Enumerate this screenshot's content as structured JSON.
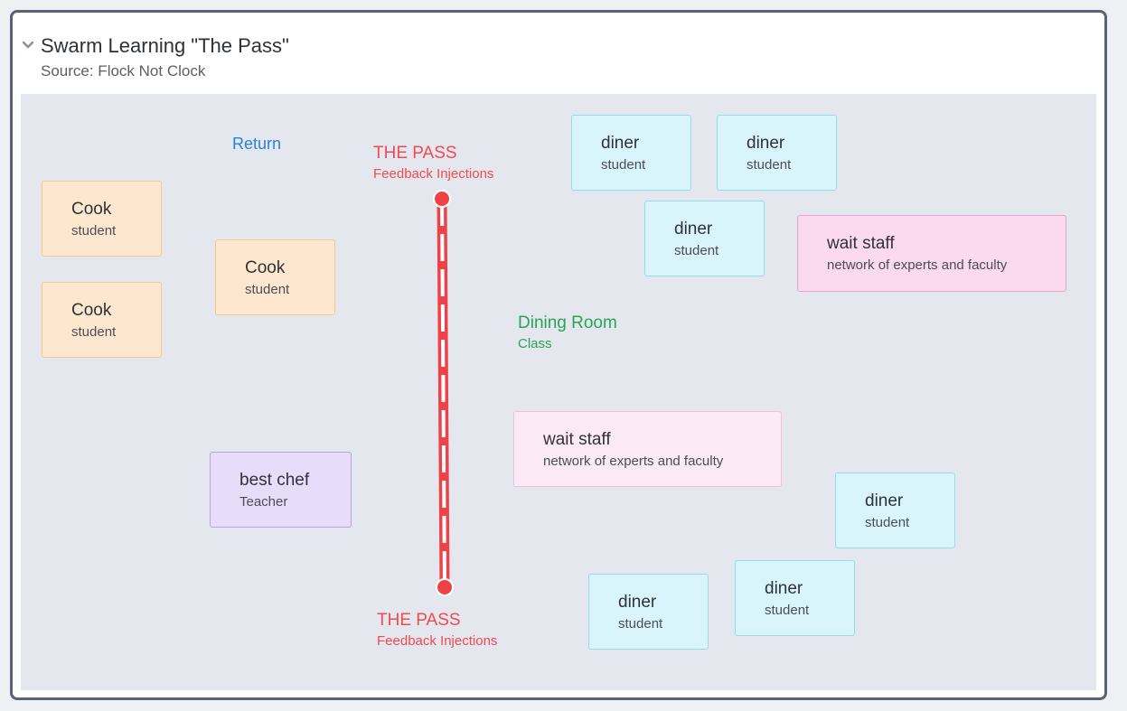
{
  "header": {
    "title": "Swarm Learning \"The Pass\"",
    "subtitle": "Source: Flock Not Clock"
  },
  "labels": {
    "return": "Return",
    "pass_top_title": "THE PASS",
    "pass_top_sub": "Feedback Injections",
    "pass_bottom_title": "THE PASS",
    "pass_bottom_sub": "Feedback Injections",
    "dining_title": "Dining Room",
    "dining_sub": "Class"
  },
  "cards": {
    "cook1": {
      "title": "Cook",
      "sub": "student"
    },
    "cook2": {
      "title": "Cook",
      "sub": "student"
    },
    "cook3": {
      "title": "Cook",
      "sub": "student"
    },
    "chef": {
      "title": "best chef",
      "sub": "Teacher"
    },
    "diner1": {
      "title": "diner",
      "sub": "student"
    },
    "diner2": {
      "title": "diner",
      "sub": "student"
    },
    "diner3": {
      "title": "diner",
      "sub": "student"
    },
    "diner4": {
      "title": "diner",
      "sub": "student"
    },
    "diner5": {
      "title": "diner",
      "sub": "student"
    },
    "diner6": {
      "title": "diner",
      "sub": "student"
    },
    "wait1": {
      "title": "wait staff",
      "sub": "network of experts and faculty"
    },
    "wait2": {
      "title": "wait staff",
      "sub": "network of experts and faculty"
    }
  },
  "colors": {
    "pass_line": "#ef4248",
    "cook": "#fde8cf",
    "diner": "#d9f4fb",
    "wait_staff": "#fbd9ef",
    "chef": "#e8dcfb"
  }
}
